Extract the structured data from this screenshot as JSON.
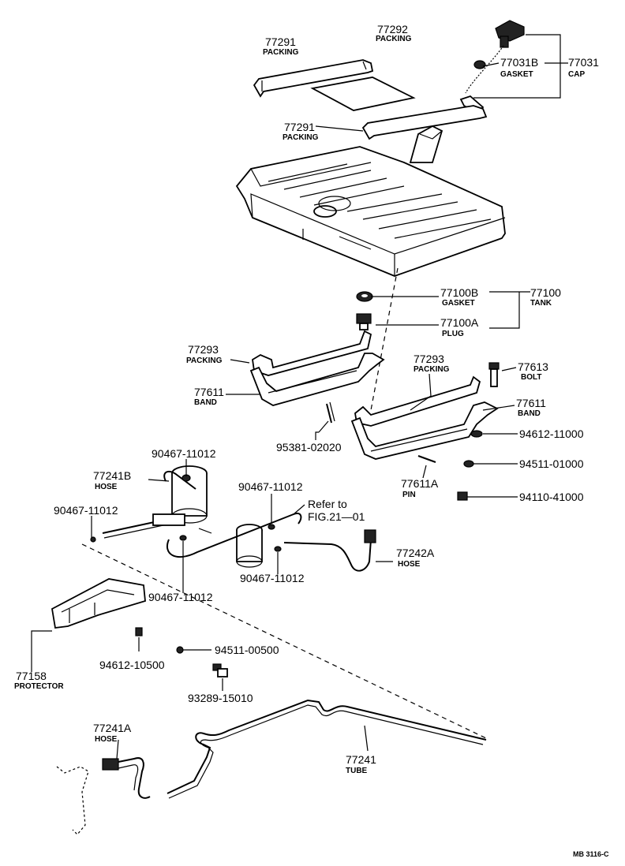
{
  "parts": {
    "p77291a": {
      "number": "77291",
      "name": "PACKING"
    },
    "p77292": {
      "number": "77292",
      "name": "PACKING"
    },
    "p77031b": {
      "number": "77031B",
      "name": "GASKET"
    },
    "p77031": {
      "number": "77031",
      "name": "CAP"
    },
    "p77291b": {
      "number": "77291",
      "name": "PACKING"
    },
    "p77100b": {
      "number": "77100B",
      "name": "GASKET"
    },
    "p77100": {
      "number": "77100",
      "name": "TANK"
    },
    "p77100a": {
      "number": "77100A",
      "name": "PLUG"
    },
    "p77293l": {
      "number": "77293",
      "name": "PACKING"
    },
    "p77611l": {
      "number": "77611",
      "name": "BAND"
    },
    "p77293r": {
      "number": "77293",
      "name": "PACKING"
    },
    "p77613": {
      "number": "77613",
      "name": "BOLT"
    },
    "p77611r": {
      "number": "77611",
      "name": "BAND"
    },
    "p9461211000": {
      "number": "94612-11000"
    },
    "p9451101000": {
      "number": "94511-01000"
    },
    "p77611a": {
      "number": "77611A",
      "name": "PIN"
    },
    "p9411041000": {
      "number": "94110-41000"
    },
    "p9538102020": {
      "number": "95381-02020"
    },
    "p90467a": {
      "number": "90467-11012"
    },
    "p77241b": {
      "number": "77241B",
      "name": "HOSE"
    },
    "p90467b": {
      "number": "90467-11012"
    },
    "p90467c": {
      "number": "90467-11012"
    },
    "p90467d": {
      "number": "90467-11012"
    },
    "p90467e": {
      "number": "90467-11012"
    },
    "p77242a": {
      "number": "77242A",
      "name": "HOSE"
    },
    "p77158": {
      "number": "77158",
      "name": "PROTECTOR"
    },
    "p9461210500": {
      "number": "94612-10500"
    },
    "p9451100500": {
      "number": "94511-00500"
    },
    "p9328915010": {
      "number": "93289-15010"
    },
    "p77241a": {
      "number": "77241A",
      "name": "HOSE"
    },
    "p77241": {
      "number": "77241",
      "name": "TUBE"
    }
  },
  "reference": {
    "line1": "Refer to",
    "line2": "FIG.21—01"
  },
  "drawing_code": "MB 3116-C"
}
